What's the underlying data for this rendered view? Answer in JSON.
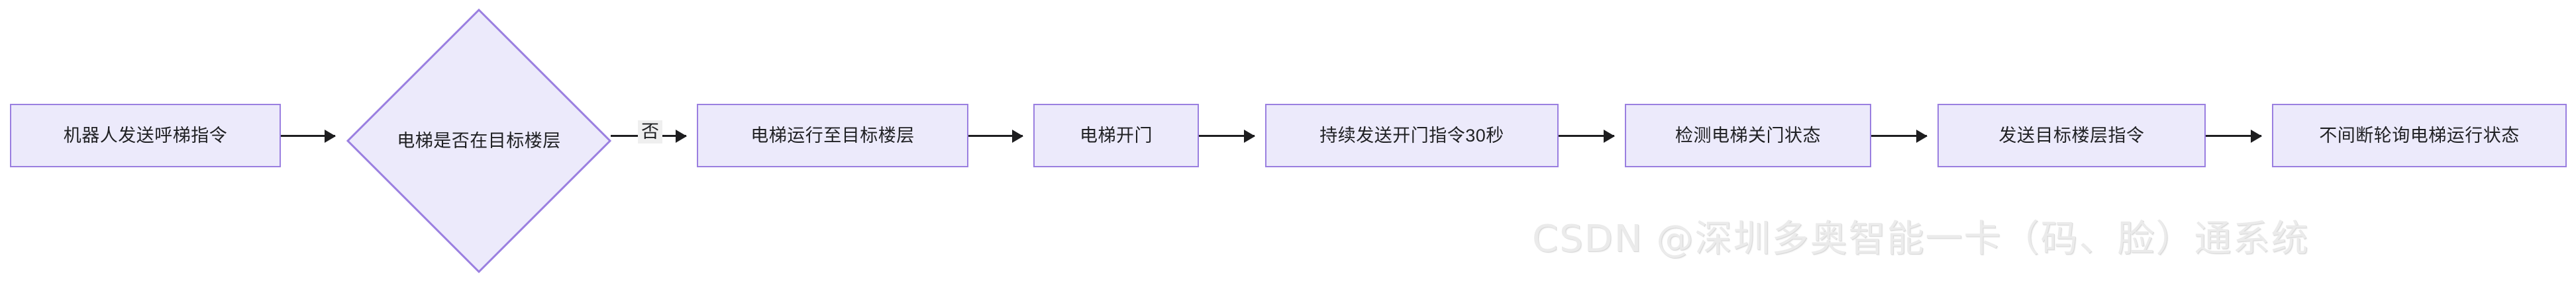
{
  "diagram": {
    "type": "flowchart",
    "direction": "left-to-right",
    "background_color": "#FFFFFF",
    "node_fill_color": "#ECEAFB",
    "node_border_color": "#9A7FE0",
    "edge_color": "#1D1D1F",
    "nodes": [
      {
        "id": "n0",
        "shape": "rect",
        "label": "机器人发送呼梯指令"
      },
      {
        "id": "n1",
        "shape": "diamond",
        "label": "电梯是否在目标楼层"
      },
      {
        "id": "n2",
        "shape": "rect",
        "label": "电梯运行至目标楼层"
      },
      {
        "id": "n3",
        "shape": "rect",
        "label": "电梯开门"
      },
      {
        "id": "n4",
        "shape": "rect",
        "label": "持续发送开门指令30秒"
      },
      {
        "id": "n5",
        "shape": "rect",
        "label": "检测电梯关门状态"
      },
      {
        "id": "n6",
        "shape": "rect",
        "label": "发送目标楼层指令"
      },
      {
        "id": "n7",
        "shape": "rect",
        "label": "不间断轮询电梯运行状态"
      }
    ],
    "edges": [
      {
        "from": "n0",
        "to": "n1",
        "label": ""
      },
      {
        "from": "n1",
        "to": "n2",
        "label": "否"
      },
      {
        "from": "n2",
        "to": "n3",
        "label": ""
      },
      {
        "from": "n3",
        "to": "n4",
        "label": ""
      },
      {
        "from": "n4",
        "to": "n5",
        "label": ""
      },
      {
        "from": "n5",
        "to": "n6",
        "label": ""
      },
      {
        "from": "n6",
        "to": "n7",
        "label": ""
      }
    ]
  },
  "watermark": {
    "text": "CSDN @深圳多奥智能一卡（码、脸）通系统",
    "color": "#EBEBEB"
  }
}
